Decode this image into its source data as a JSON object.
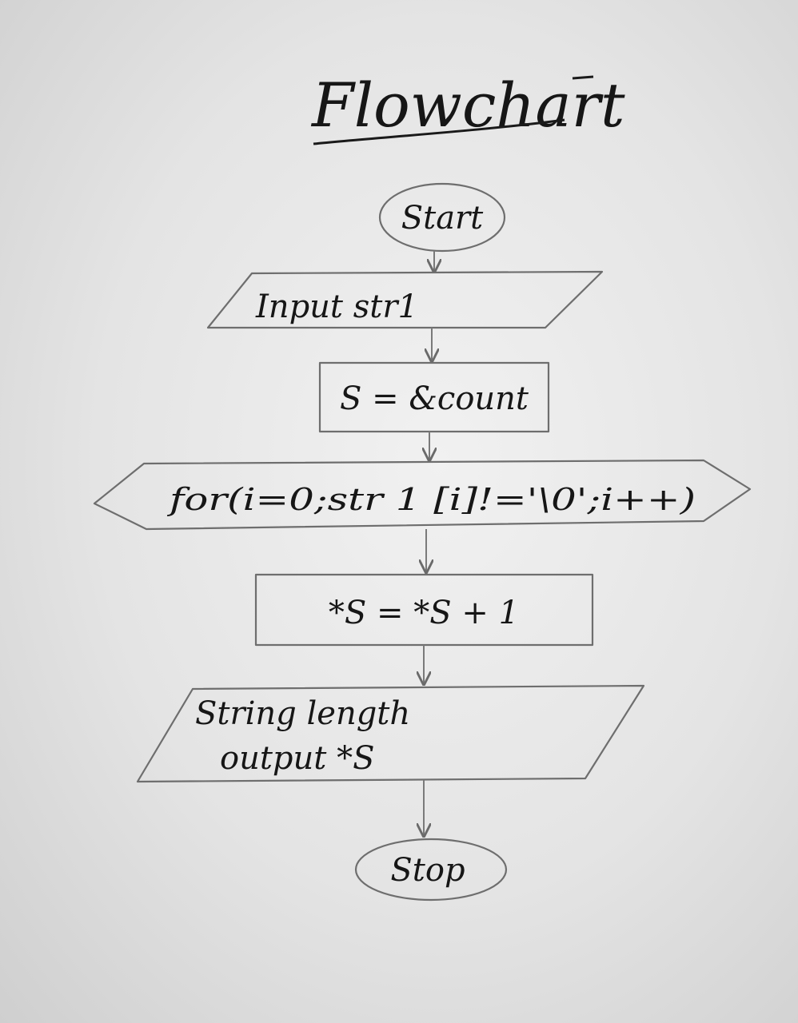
{
  "title": "Flowchart",
  "nodes": {
    "start": "Start",
    "input": "Input str1",
    "assign": "S = &count",
    "loop": "for(i=0;str 1 [i]!='\\0';i++)",
    "increment": "*S = *S + 1",
    "output_line1": "String length",
    "output_line2": "output *S",
    "stop": "Stop"
  }
}
